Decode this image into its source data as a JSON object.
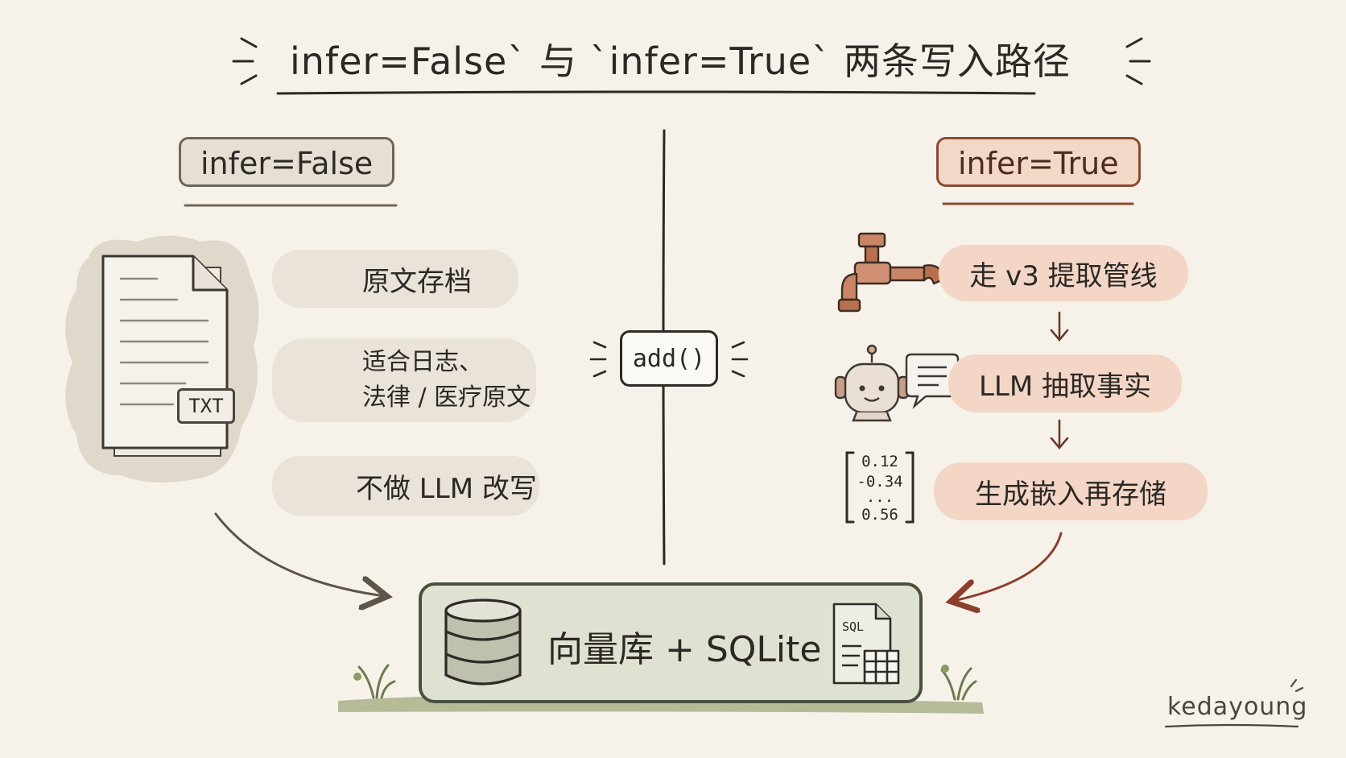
{
  "title": "infer=False` 与 `infer=True` 两条写入路径",
  "left": {
    "tag": "infer=False",
    "file_badge": "TXT",
    "items": [
      {
        "icon": "archive-box-icon",
        "text": "原文存档"
      },
      {
        "icon": "shield-scales-icon",
        "line1": "适合日志、",
        "line2": "法律 / 医疗原文"
      },
      {
        "icon": "circle-x-icon",
        "text": "不做 LLM 改写"
      }
    ]
  },
  "center": {
    "button": "add()"
  },
  "right": {
    "tag": "infer=True",
    "steps": [
      {
        "icon": "faucet-pipe-icon",
        "text": "走 v3 提取管线"
      },
      {
        "icon": "robot-chat-icon",
        "text": "LLM 抽取事实"
      },
      {
        "icon": "vector-matrix-icon",
        "text": "生成嵌入再存储"
      }
    ],
    "vector_values": [
      "0.12",
      "-0.34",
      "...",
      "0.56"
    ]
  },
  "storage": {
    "label": "向量库 + SQLite",
    "sql_badge": "SQL"
  },
  "watermark": "kedayoung",
  "colors": {
    "background": "#f6f2ea",
    "left_accent": "#6e655b",
    "right_accent": "#8a4a33",
    "right_fill": "#f3d6c6",
    "storage_fill": "#dfe2d0"
  }
}
